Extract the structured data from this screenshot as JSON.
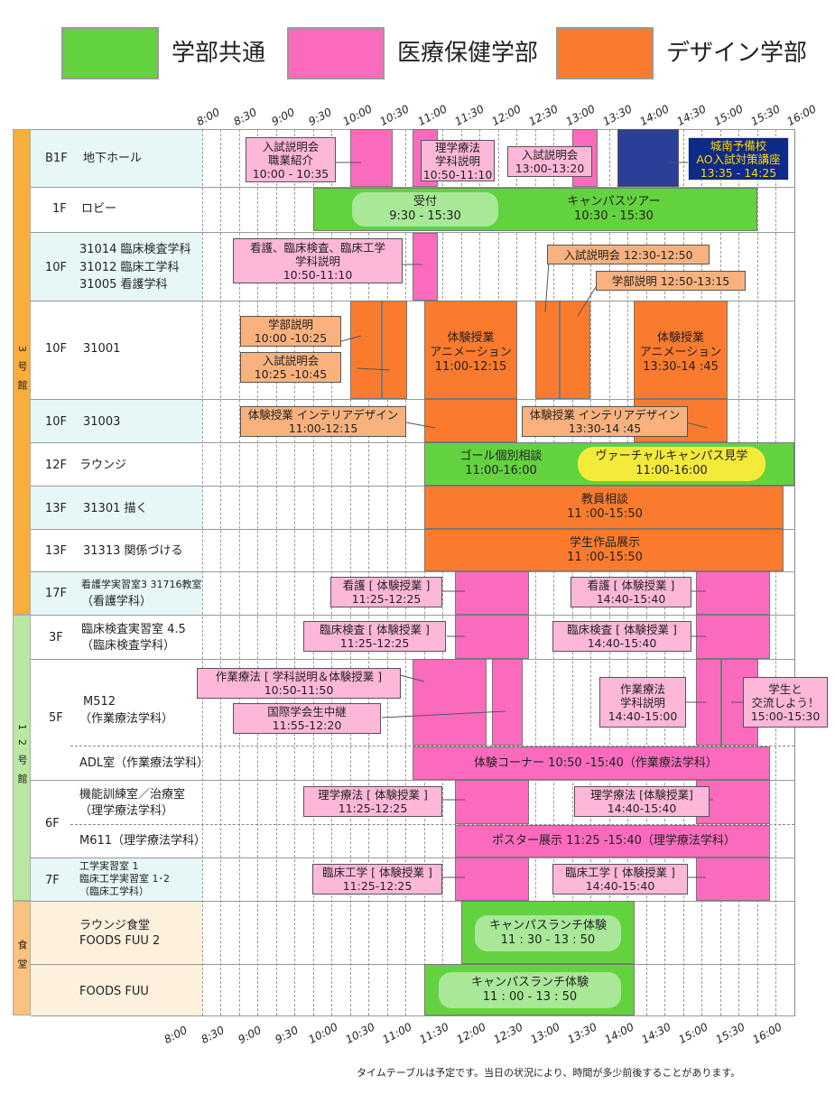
{
  "legend": {
    "items": [
      {
        "label": "学部共通",
        "color": "#63d23f"
      },
      {
        "label": "医療保健学部",
        "color": "#fb6bbd"
      },
      {
        "label": "デザイン学部",
        "color": "#fb7b2e"
      }
    ]
  },
  "times": [
    "8:00",
    "8:30",
    "9:00",
    "9:30",
    "10:00",
    "10:30",
    "11:00",
    "11:30",
    "12:00",
    "12:30",
    "13:00",
    "13:30",
    "14:00",
    "14:30",
    "15:00",
    "15:30",
    "16:00"
  ],
  "buildings": [
    {
      "label": "3号館",
      "color": "#f9ad3c"
    },
    {
      "label": "12号館",
      "color": "#b9e9a1"
    },
    {
      "label": "食堂",
      "color": "#fbc37f"
    }
  ],
  "rows": {
    "b1f_floor": "B1F",
    "b1f_room": "地下ホール",
    "1f_floor": "1F",
    "1f_room": "ロビー",
    "10f_a_floor": "10F",
    "10f_a_room1": "31014 臨床検査学科",
    "10f_a_room2": "31012 臨床工学科",
    "10f_a_room3": "31005 看護学科",
    "10f_b_floor": "10F",
    "10f_b_room": "31001",
    "10f_c_floor": "10F",
    "10f_c_room": "31003",
    "12f_floor": "12F",
    "12f_room": "ラウンジ",
    "13f_a_floor": "13F",
    "13f_a_room": "31301 描く",
    "13f_b_floor": "13F",
    "13f_b_room": "31313 関係づける",
    "17f_floor": "17F",
    "17f_room1": "看護学実習室3  31716教室",
    "17f_room2": "（看護学科）",
    "3f_floor": "3F",
    "3f_room1": "臨床検査実習室 4.5",
    "3f_room2": "（臨床検査学科）",
    "5f_floor": "5F",
    "5f_room1": "M512",
    "5f_room2": "（作業療法学科）",
    "5f_adl": "ADL室（作業療法学科）",
    "6f_floor": "6F",
    "6f_room1": "機能訓練室／治療室",
    "6f_room2": "（理学療法学科）",
    "6f_m611": "M611（理学療法学科）",
    "7f_floor": "7F",
    "7f_room1": "工学実習室 1",
    "7f_room2": "臨床工学実習室 1･2",
    "7f_room3": "（臨床工学科）",
    "cafe1_room1": "ラウンジ食堂",
    "cafe1_room2": "FOODS FUU 2",
    "cafe2_room": "FOODS FUU"
  },
  "events": {
    "b1f_c1_l1": "入試説明会",
    "b1f_c1_l2": "職業紹介",
    "b1f_c1_l3": "10:00 - 10:35",
    "b1f_c2_l1": "理学療法",
    "b1f_c2_l2": "学科説明",
    "b1f_c2_l3": "10:50-11:10",
    "b1f_c3_l1": "入試説明会",
    "b1f_c3_l2": "13:00-13:20",
    "b1f_c4_l1": "城南予備校",
    "b1f_c4_l2": "AO入試対策講座",
    "b1f_c4_l3": "13:35 - 14:25",
    "1f_reception_l1": "受付",
    "1f_reception_l2": "9:30 - 15:30",
    "1f_tour_l1": "キャンパスツアー",
    "1f_tour_l2": "10:30 - 15:30",
    "10fa_c1_l1": "看護、臨床検査、臨床工学",
    "10fa_c1_l2": "学科説明",
    "10fa_c1_l3": "10:50-11:10",
    "10fa_c2": "入試説明会 12:30-12:50",
    "10fa_c3": "学部説明 12:50-13:15",
    "10fb_c1_l1": "学部説明",
    "10fb_c1_l2": "10:00 -10:25",
    "10fb_c2_l1": "入試説明会",
    "10fb_c2_l2": "10:25 -10:45",
    "10fb_b1_l1": "体験授業",
    "10fb_b1_l2": "アニメーション",
    "10fb_b1_l3": "11:00-12:15",
    "10fb_b2_l1": "体験授業",
    "10fb_b2_l2": "アニメーション",
    "10fb_b2_l3": "13:30-14 :45",
    "10fc_c1_l1": "体験授業 インテリアデザイン",
    "10fc_c1_l2": "11:00-12:15",
    "10fc_c2_l1": "体験授業 インテリアデザイン",
    "10fc_c2_l2": "13:30-14 :45",
    "12f_goal_l1": "ゴール個別相談",
    "12f_goal_l2": "11:00-16:00",
    "12f_vc_l1": "ヴァーチャルキャンパス見学",
    "12f_vc_l2": "11:00-16:00",
    "13fa_l1": "教員相談",
    "13fa_l2": "11 :00-15:50",
    "13fb_l1": "学生作品展示",
    "13fb_l2": "11 :00-15:50",
    "17f_c1_l1": "看護 [ 体験授業 ]",
    "17f_c1_l2": "11:25-12:25",
    "17f_c2_l1": "看護 [ 体験授業 ]",
    "17f_c2_l2": "14:40-15:40",
    "3f_c1_l1": "臨床検査 [ 体験授業 ]",
    "3f_c1_l2": "11:25-12:25",
    "3f_c2_l1": "臨床検査 [ 体験授業 ]",
    "3f_c2_l2": "14:40-15:40",
    "5f_c1_l1": "作業療法 [ 学科説明＆体験授業 ]",
    "5f_c1_l2": "10:50-11:50",
    "5f_c2_l1": "国際学会生中継",
    "5f_c2_l2": "11:55-12:20",
    "5f_c3_l1": "作業療法",
    "5f_c3_l2": "学科説明",
    "5f_c3_l3": "14:40-15:00",
    "5f_c4_l1": "学生と",
    "5f_c4_l2": "交流しよう！",
    "5f_c4_l3": "15:00-15:30",
    "adl_bar": "体験コーナー 10:50 -15:40（作業療法学科）",
    "6f_c1_l1": "理学療法 [ 体験授業 ]",
    "6f_c1_l2": "11:25-12:25",
    "6f_c2_l1": "理学療法 [体験授業]",
    "6f_c2_l2": "14:40-15:40",
    "m611_bar": "ポスター展示 11:25 -15:40（理学療法学科）",
    "7f_c1_l1": "臨床工学 [ 体験授業 ]",
    "7f_c1_l2": "11:25-12:25",
    "7f_c2_l1": "臨床工学 [ 体験授業 ]",
    "7f_c2_l2": "14:40-15:40",
    "cafe1_l1": "キャンパスランチ体験",
    "cafe1_l2": "11 : 30 - 13 : 50",
    "cafe2_l1": "キャンパスランチ体験",
    "cafe2_l2": "11 : 00 - 13 : 50"
  },
  "footer": "タイムテーブルは予定です。当日の状況により、時間が多少前後することがあります。"
}
